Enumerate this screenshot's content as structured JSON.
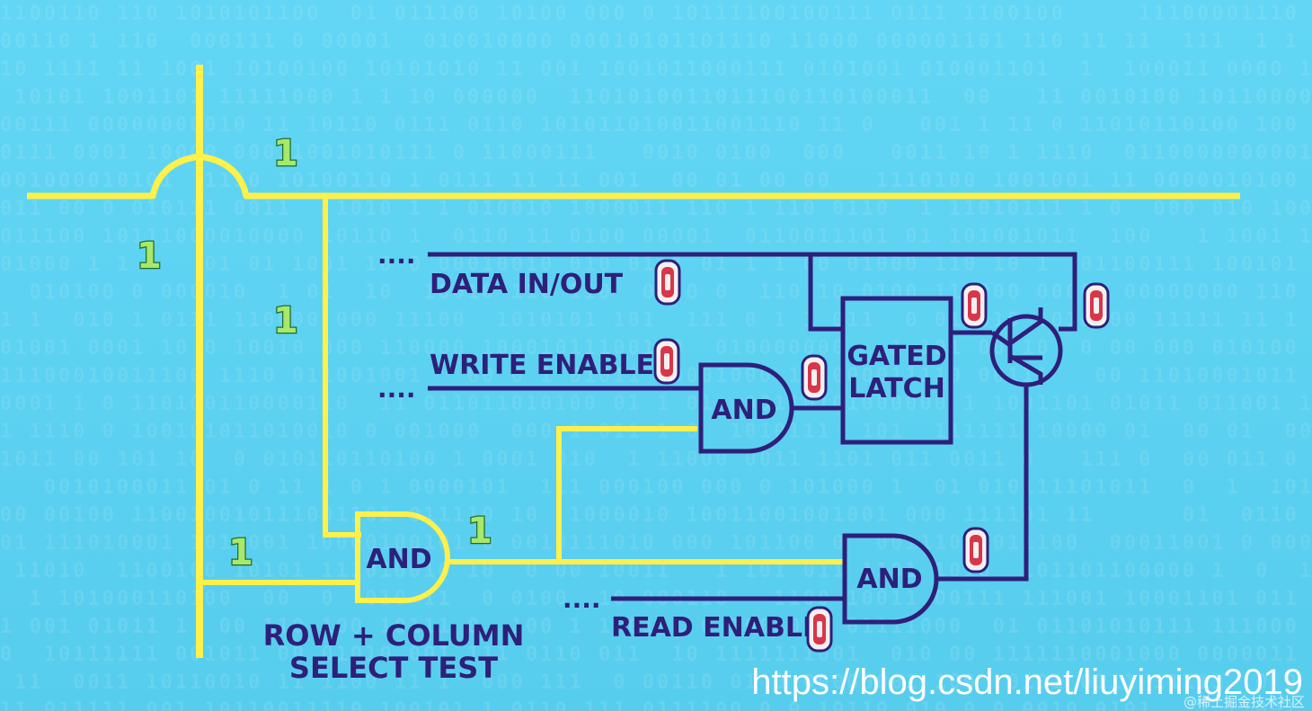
{
  "labels": {
    "data_in_out": "DATA IN/OUT",
    "write_enable": "WRITE ENABLE",
    "read_enable": "READ ENABLE",
    "gated_latch_line1": "GATED",
    "gated_latch_line2": "LATCH",
    "and_write": "AND",
    "and_select": "AND",
    "and_read": "AND",
    "row_column_line1": "ROW + COLUMN",
    "row_column_line2": "SELECT TEST",
    "ellipsis": "...."
  },
  "bits": {
    "row_line": "1",
    "column_line": "1",
    "column_branch": "1",
    "row_input": "1",
    "select_output": "1",
    "data_in_out": "0",
    "write_enable": "0",
    "write_and_out": "0",
    "latch_out": "0",
    "transistor_out": "0",
    "read_and_out": "0",
    "read_enable": "0"
  },
  "watermark": {
    "url": "https://blog.csdn.net/liuyiming2019",
    "source": "@稀土掘金技术社区"
  },
  "colors": {
    "background": "#5fd4f2",
    "yellow_wire": "#fff04a",
    "purple_wire": "#2e1f7a",
    "bit_green": "#a8e86a",
    "bit_red": "#d8364a"
  }
}
